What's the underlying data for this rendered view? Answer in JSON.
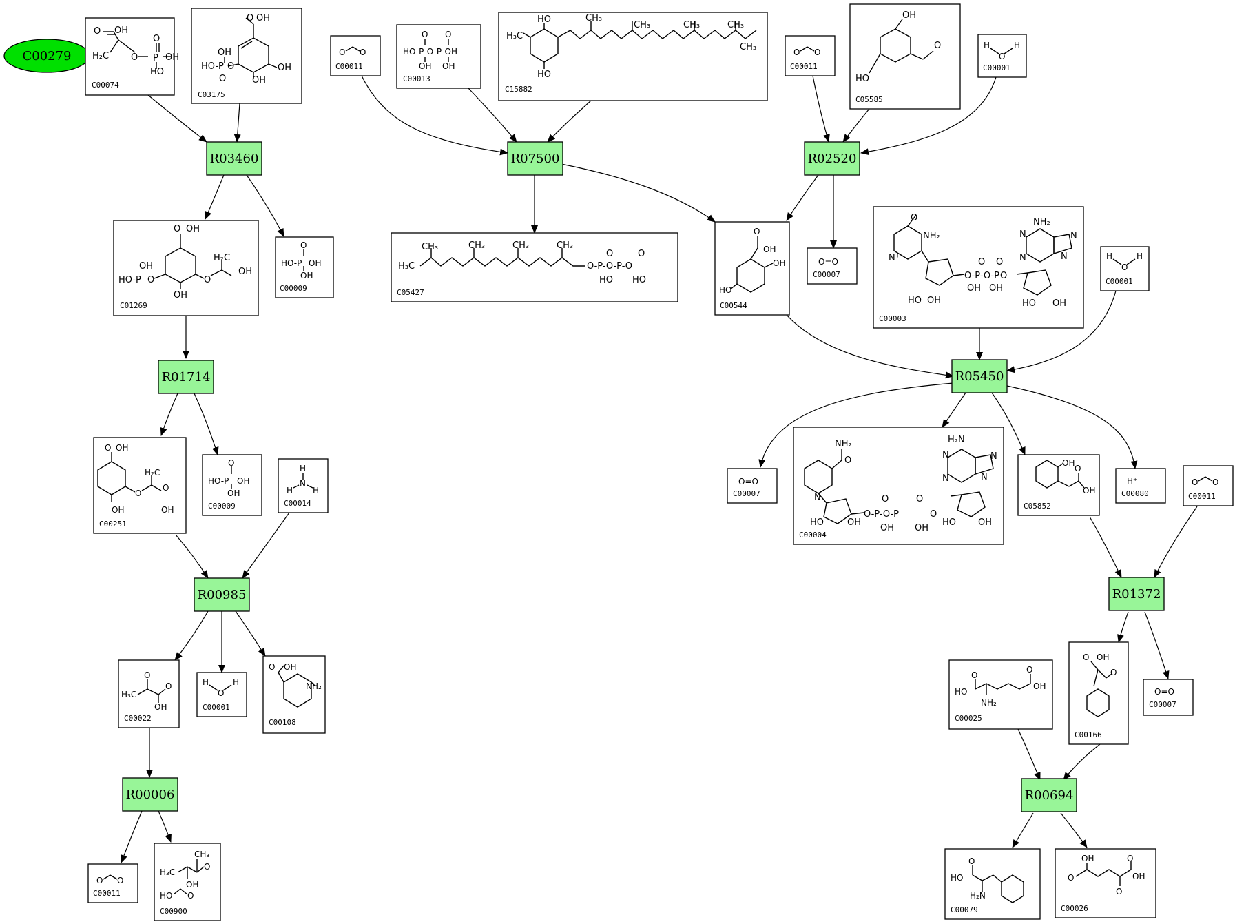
{
  "colors": {
    "reaction_fill": "#98f598",
    "query_fill": "#00e000",
    "edge": "#000000"
  },
  "query_node": "C00279",
  "reactions": {
    "R03460": "R03460",
    "R01714": "R01714",
    "R00985": "R00985",
    "R00006": "R00006",
    "R07500": "R07500",
    "R02520": "R02520",
    "R05450": "R05450",
    "R01372": "R01372",
    "R00694": "R00694"
  },
  "compounds": {
    "C00074": "C00074",
    "C03175": "C03175",
    "C00011_a": "C00011",
    "C00013": "C00013",
    "C15882": "C15882",
    "C00011_b": "C00011",
    "C05585": "C05585",
    "C00001_a": "C00001",
    "C01269": "C01269",
    "C00009_a": "C00009",
    "C05427": "C05427",
    "C00544": "C00544",
    "C00007_a": "C00007",
    "C00003": "C00003",
    "C00001_b": "C00001",
    "C00251": "C00251",
    "C00009_b": "C00009",
    "C00014": "C00014",
    "C00007_b": "C00007",
    "C00004": "C00004",
    "C05852": "C05852",
    "C00080": "C00080",
    "C00011_c": "C00011",
    "C00022": "C00022",
    "C00001_c": "C00001",
    "C00108": "C00108",
    "C00025": "C00025",
    "C00166": "C00166",
    "C00007_c": "C00007",
    "C00011_d": "C00011",
    "C00900": "C00900",
    "C00079": "C00079",
    "C00026": "C00026"
  },
  "atom_labels": {
    "OH": "OH",
    "HO": "HO",
    "O": "O",
    "P": "P",
    "H": "H",
    "N": "N",
    "H2C": "H₂C",
    "H3C": "H₃C",
    "CH3": "CH₃",
    "NH2": "NH₂",
    "H2N": "H₂N",
    "OO": "O=O",
    "Hplus": "H⁺",
    "HOP": "HO-P",
    "OPO": "O-P-O",
    "HOPOPOH": "HO-P-O-P-OH",
    "OPOP": "O-P-O-P",
    "NPlus": "N⁺",
    "OOPOPO": "O-P-O-P-O"
  }
}
